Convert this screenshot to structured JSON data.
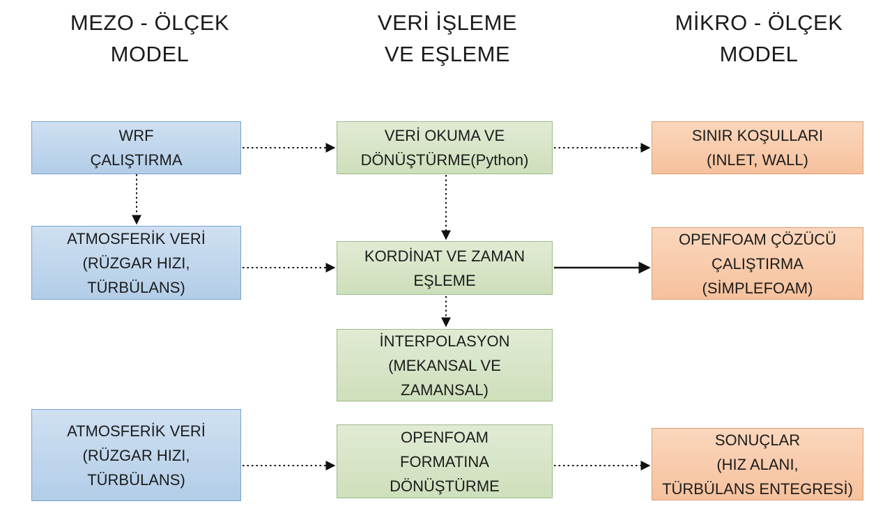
{
  "headers": {
    "meso": [
      "MEZO - ÖLÇEK",
      "MODEL"
    ],
    "process": [
      "VERİ İŞLEME",
      "VE EŞLEME"
    ],
    "micro": [
      "MİKRO - ÖLÇEK",
      "MODEL"
    ]
  },
  "boxes": {
    "wrf": [
      "WRF",
      "ÇALIŞTIRMA"
    ],
    "atmos1": [
      "ATMOSFERİK VERİ",
      "(RÜZGAR HIZI,",
      "TÜRBÜLANS)"
    ],
    "atmos2": [
      "ATMOSFERİK VERİ",
      "(RÜZGAR HIZI,",
      "TÜRBÜLANS)"
    ],
    "read": [
      "VERİ OKUMA VE",
      "DÖNÜŞTÜRME(Python)"
    ],
    "coord": [
      "KORDİNAT VE ZAMAN",
      "EŞLEME"
    ],
    "interp": [
      "İNTERPOLASYON",
      "(MEKANSAL VE",
      "ZAMANSAL)"
    ],
    "foamfmt": [
      "OPENFOAM",
      "FORMATINA",
      "DÖNÜŞTÜRME"
    ],
    "bc": [
      "SINIR KOŞULLARI",
      "(INLET, WALL)"
    ],
    "solver": [
      "OPENFOAM ÇÖZÜCÜ",
      "ÇALIŞTIRMA",
      "(SİMPLEFOAM)"
    ],
    "results": [
      "SONUÇLAR",
      "(HIZ ALANI,",
      "TÜRBÜLANS ENTEGRESİ)"
    ]
  },
  "colors": {
    "meso_fill": "#c2d7ee",
    "process_fill": "#d8e6c8",
    "micro_fill": "#f9cdae",
    "arrow": "#111111"
  }
}
